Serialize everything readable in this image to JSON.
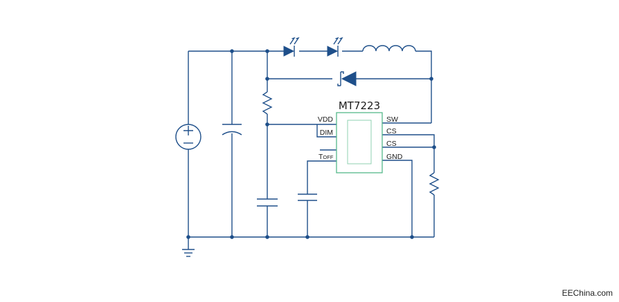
{
  "ic": {
    "name": "MT7223",
    "pins_left": [
      "VDD",
      "DIM",
      "T",
      "OFF"
    ],
    "pins_right": [
      "SW",
      "CS",
      "CS",
      "GND"
    ]
  },
  "watermark": "EEChina.com",
  "colors": {
    "wire": "#1e4f8a",
    "ic_outline": "#55b88a",
    "background": "#ffffff"
  }
}
